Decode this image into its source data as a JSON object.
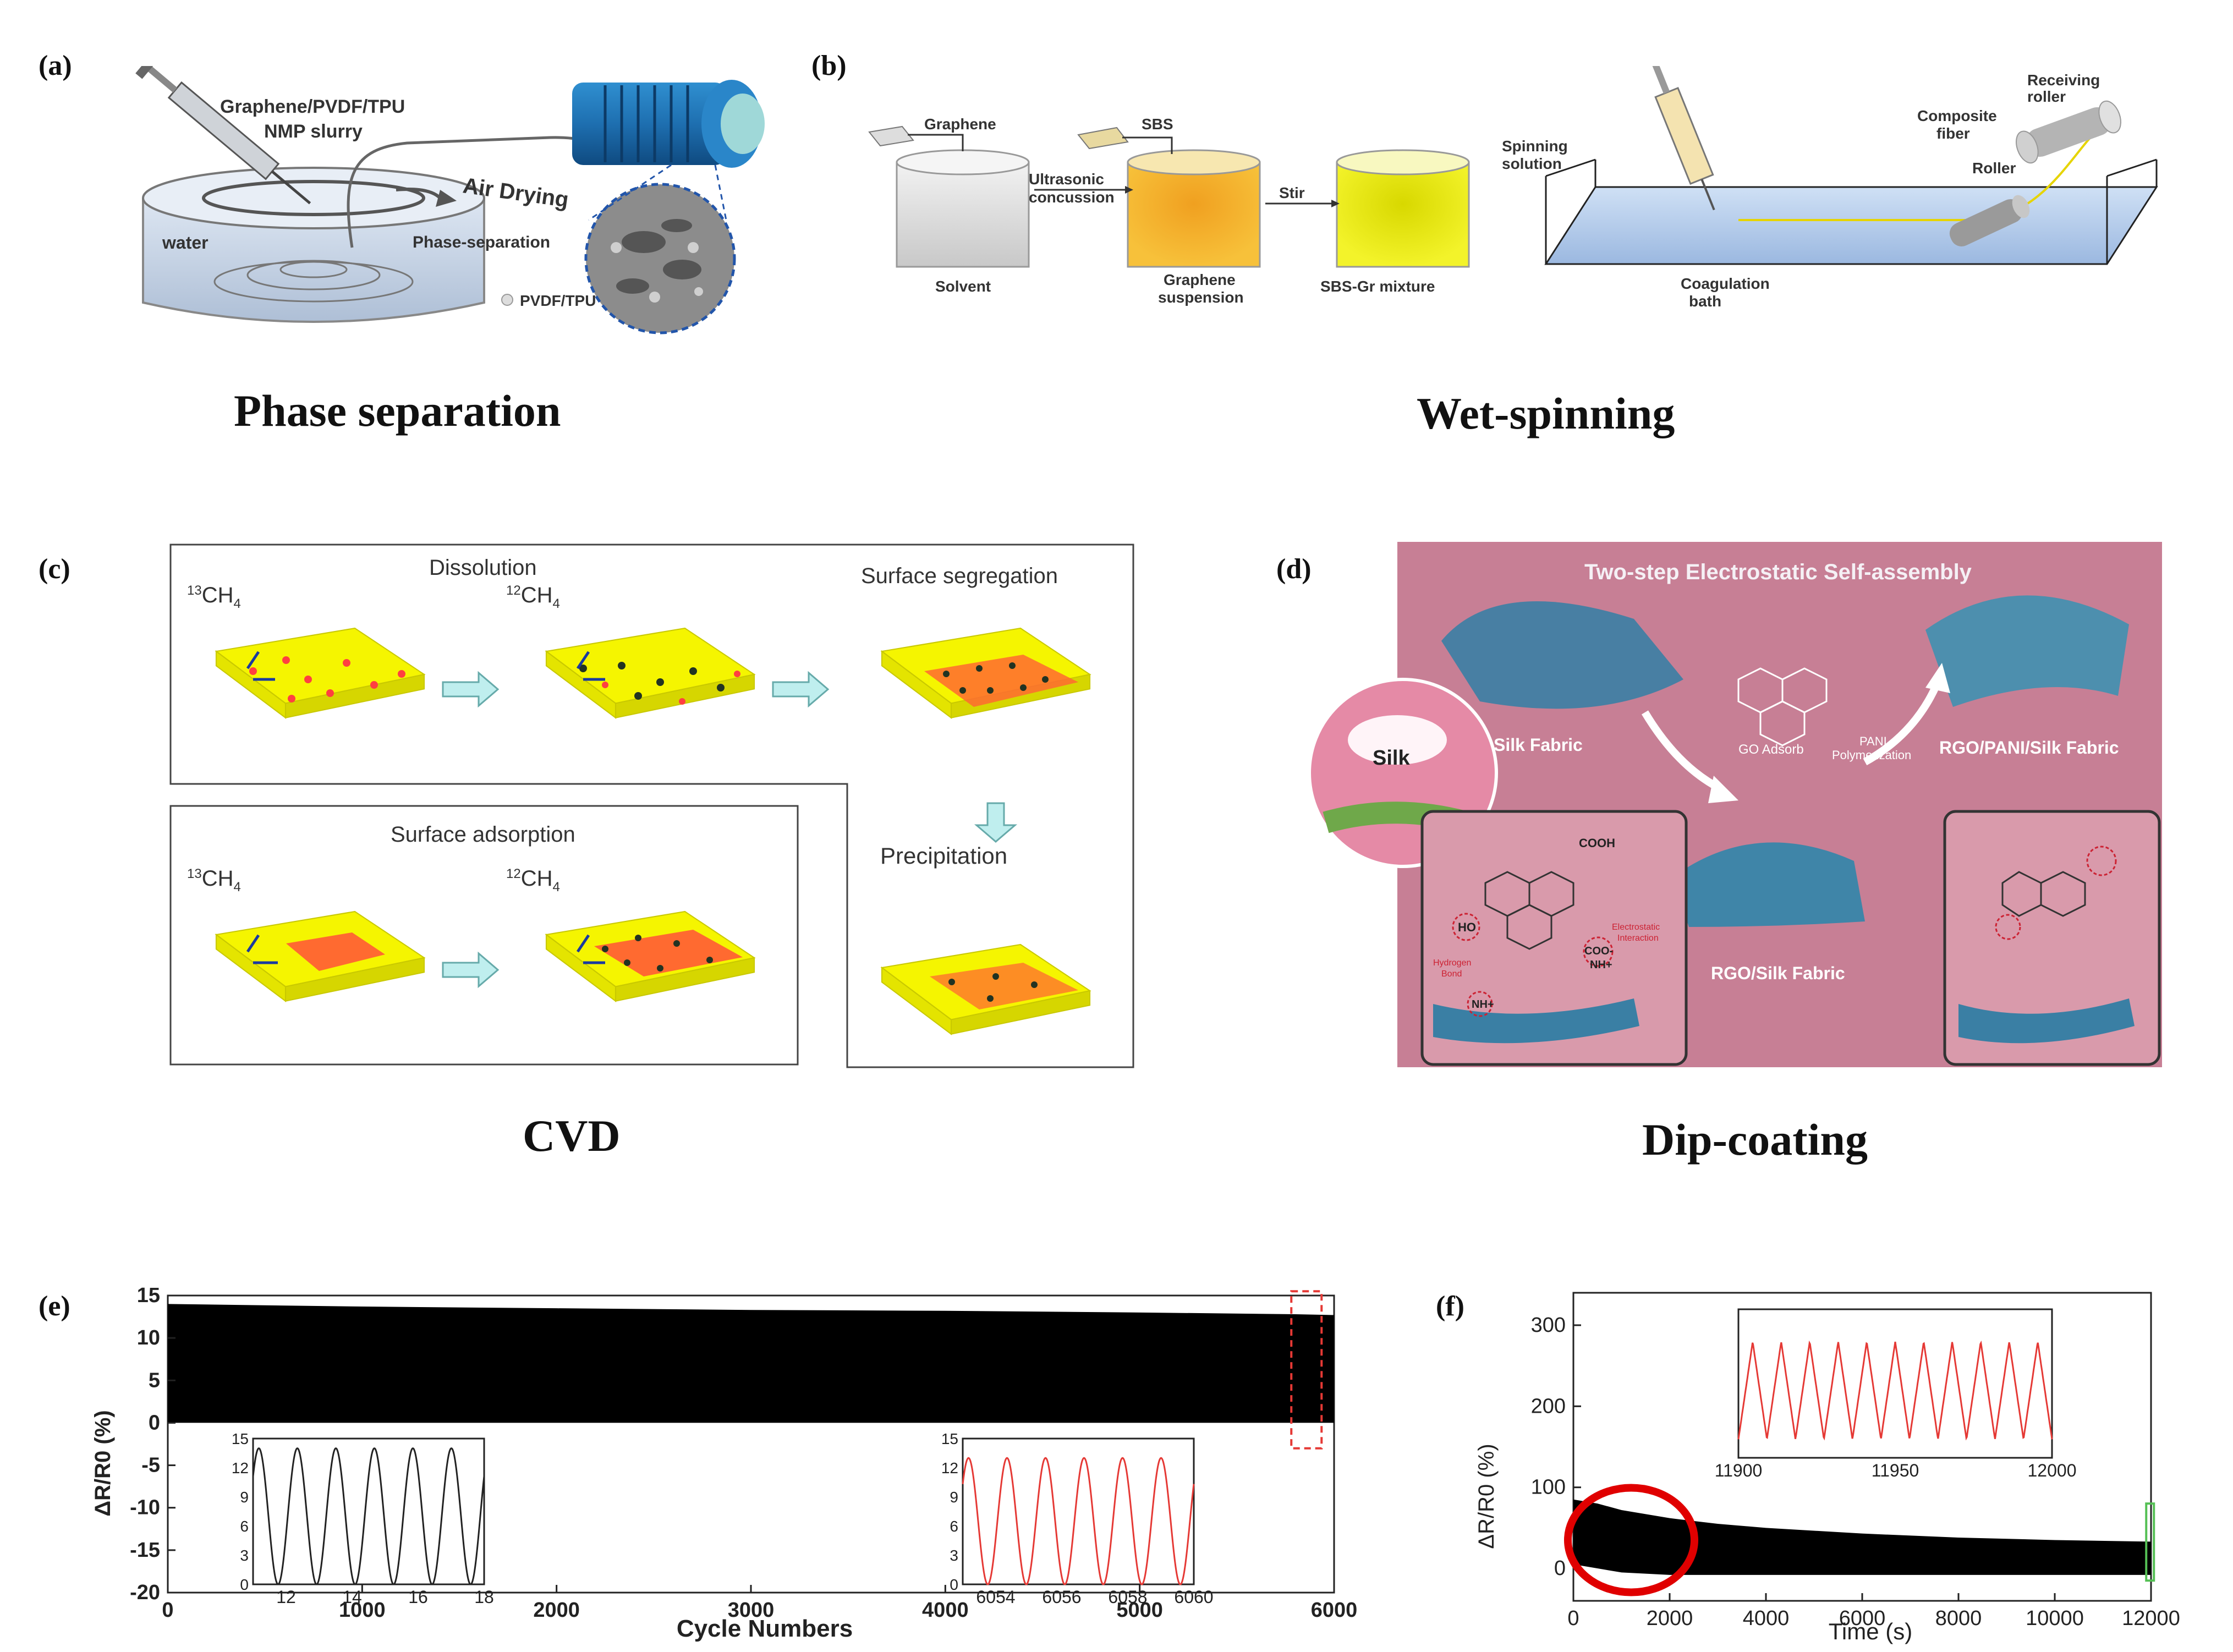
{
  "panels": {
    "a": {
      "letter": "(a)",
      "caption": "Phase separation",
      "labels": {
        "slurry_line1": "Graphene/PVDF/TPU",
        "slurry_line2": "NMP slurry",
        "air_drying": "Air Drying",
        "water": "water",
        "phase_sep": "Phase-separation",
        "legend": "PVDF/TPU"
      }
    },
    "b": {
      "letter": "(b)",
      "caption": "Wet-spinning",
      "labels": {
        "graphene": "Graphene",
        "sbs": "SBS",
        "ultrasonic1": "Ultrasonic",
        "ultrasonic2": "concussion",
        "stir": "Stir",
        "solvent": "Solvent",
        "suspension1": "Graphene",
        "suspension2": "suspension",
        "mixture": "SBS-Gr mixture",
        "spinning1": "Spinning",
        "spinning2": "solution",
        "receiving1": "Receiving",
        "receiving2": "roller",
        "composite1": "Composite",
        "composite2": "fiber",
        "roller": "Roller",
        "coag1": "Coagulation",
        "coag2": "bath"
      }
    },
    "c": {
      "letter": "(c)",
      "caption": "CVD",
      "labels": {
        "dissolution": "Dissolution",
        "surface_segregation": "Surface segregation",
        "surface_adsorption": "Surface adsorption",
        "precipitation": "Precipitation",
        "ch4_13": "13",
        "ch4_12": "12",
        "ch4_base": "CH",
        "ch4_sub": "4"
      }
    },
    "d": {
      "letter": "(d)",
      "caption": "Dip-coating",
      "labels": {
        "title": "Two-step Electrostatic Self-assembly",
        "silk": "Silk",
        "silk_fabric": "Silk Fabric",
        "go_adsorb": "GO Adsorb",
        "pani1": "PANI",
        "pani2": "Polymerization",
        "rgo_pani": "RGO/PANI/Silk Fabric",
        "rgo_silk": "RGO/Silk Fabric",
        "cooh": "COOH",
        "ho": "HO",
        "hbond1": "Hydrogen",
        "hbond2": "Bond",
        "elec1": "Electrostatic",
        "elec2": "Interaction",
        "coo": "COO-",
        "nh": "NH+",
        "nhplus": "NH+"
      }
    },
    "e": {
      "letter": "(e)",
      "ylabel": "ΔR/R0 (%)",
      "xlabel": "Cycle Numbers",
      "inset1_color": "#222222",
      "inset2_color": "#e53935"
    },
    "f": {
      "letter": "(f)",
      "ylabel": "ΔR/R0 (%)",
      "xlabel": "Time (s)",
      "trace_color": "#e53935",
      "highlight_color": "#e00000"
    }
  },
  "chart_data": [
    {
      "type": "line",
      "panel": "e",
      "xlabel": "Cycle Numbers",
      "ylabel": "ΔR/R0 (%)",
      "xlim": [
        0,
        6000
      ],
      "ylim": [
        -20,
        15
      ],
      "xticks": [
        0,
        1000,
        2000,
        3000,
        4000,
        5000,
        6000
      ],
      "yticks": [
        -20,
        -15,
        -10,
        -5,
        0,
        5,
        10,
        15
      ],
      "series": [
        {
          "x": [
            0,
            1000,
            2000,
            3000,
            4000,
            5000,
            5800,
            6000
          ],
          "upper": [
            14,
            13.7,
            13.5,
            13.3,
            13.2,
            13.0,
            12.8,
            12.7
          ],
          "lower": [
            0,
            0,
            0,
            0,
            0,
            0,
            0,
            0
          ]
        }
      ],
      "insets": [
        {
          "xlim": [
            11,
            18
          ],
          "ylim": [
            0,
            15
          ],
          "xticks": [
            12,
            14,
            16,
            18
          ],
          "yticks": [
            0,
            3,
            6,
            9,
            12,
            15
          ],
          "amplitude": 14,
          "cycles": 6,
          "color": "#222222"
        },
        {
          "xlim": [
            6053,
            6060
          ],
          "ylim": [
            0,
            15
          ],
          "xticks": [
            6054,
            6056,
            6058,
            6060
          ],
          "yticks": [
            0,
            3,
            6,
            9,
            12,
            15
          ],
          "amplitude": 13,
          "cycles": 6,
          "color": "#e53935"
        }
      ]
    },
    {
      "type": "line",
      "panel": "f",
      "xlabel": "Time (s)",
      "ylabel": "ΔR/R0 (%)",
      "xlim": [
        0,
        12000
      ],
      "ylim": [
        -40,
        340
      ],
      "xticks": [
        0,
        2000,
        4000,
        6000,
        8000,
        10000,
        12000
      ],
      "yticks": [
        0,
        100,
        200,
        300
      ],
      "series": [
        {
          "x": [
            0,
            500,
            1000,
            2000,
            3000,
            4000,
            6000,
            8000,
            10000,
            12000
          ],
          "upper": [
            85,
            80,
            72,
            62,
            55,
            50,
            43,
            38,
            35,
            33
          ],
          "lower": [
            5,
            0,
            -5,
            -8,
            -8,
            -8,
            -8,
            -8,
            -8,
            -8
          ]
        }
      ],
      "insets": [
        {
          "xlim": [
            11900,
            12000
          ],
          "ylim": [
            0,
            320
          ],
          "xticks": [
            11900,
            11950,
            12000
          ],
          "peak": 280,
          "cycles": 11,
          "color": "#e53935"
        }
      ]
    }
  ]
}
